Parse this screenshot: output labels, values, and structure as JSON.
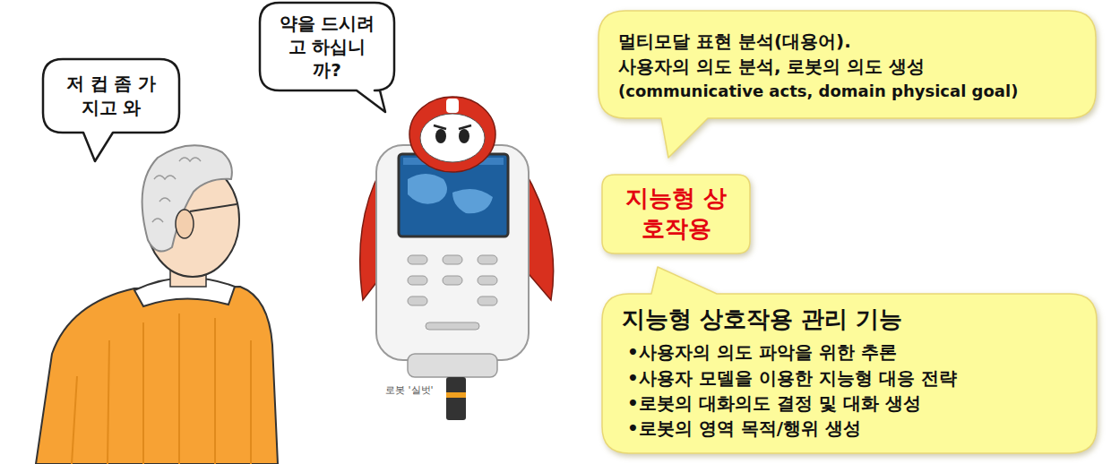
{
  "diagram": {
    "nodes": [
      {
        "text": [
          "저 컵 좀 가지고 와"
        ]
      },
      {
        "text": [
          "약을 드시려고 하십니까?"
        ]
      },
      {
        "text": [
          "멀티모달 표현 분석(대용어).",
          "사용자의 의도 분석, 로봇의 의도 생성",
          "(communicative acts, domain physical goal)"
        ]
      },
      {
        "text": [
          "지능형 상호작용"
        ]
      },
      {
        "text": [
          "지능형 상호작용 관리 기능",
          "•사용자의 의도 파악을 위한 추론",
          "•사용자 모델을 이용한 지능형 대응 전략",
          "•로봇의 대화의도 결정 및 대화 생성",
          "•로봇의 영역 목적/행위 생성"
        ]
      }
    ],
    "labels": [
      "로봇 '실벗'"
    ]
  }
}
